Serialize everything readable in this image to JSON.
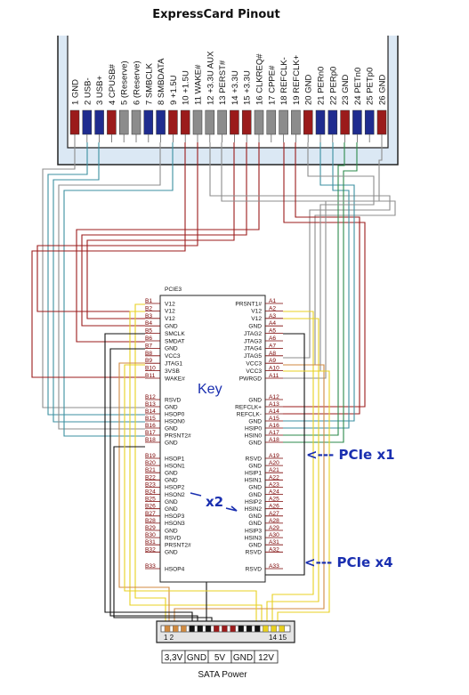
{
  "title": "ExpressCard Pinout",
  "colors": {
    "red": "#9b1b1b",
    "blue": "#1f2c8f",
    "gray": "#8c8c8c",
    "cyan": "#3b8fa0",
    "green": "#2b8a4b",
    "yellow": "#e8d020",
    "orange": "#d08a40",
    "black": "#111111",
    "connector_fill": "#dbe8f4"
  },
  "expresscard_pins": [
    {
      "label": "1 GND",
      "color": "red"
    },
    {
      "label": "2 USB-",
      "color": "blue"
    },
    {
      "label": "3 USB+",
      "color": "blue"
    },
    {
      "label": "4 CPUSB#",
      "color": "red"
    },
    {
      "label": "5 (Reserve)",
      "color": "gray"
    },
    {
      "label": "6 (Reserve)",
      "color": "gray"
    },
    {
      "label": "7 SMBCLK",
      "color": "blue"
    },
    {
      "label": "8 SMBDATA",
      "color": "blue"
    },
    {
      "label": "9 +1.5U",
      "color": "red"
    },
    {
      "label": "10 +1.5U",
      "color": "red"
    },
    {
      "label": "11 WAKE#",
      "color": "gray"
    },
    {
      "label": "12 +3.3U AUX",
      "color": "gray"
    },
    {
      "label": "13 PERST#",
      "color": "gray"
    },
    {
      "label": "14 +3.3U",
      "color": "red"
    },
    {
      "label": "15 +3.3U",
      "color": "red"
    },
    {
      "label": "16 CLKREQ#",
      "color": "gray"
    },
    {
      "label": "17 CPPE#",
      "color": "gray"
    },
    {
      "label": "18 REFCLK-",
      "color": "gray"
    },
    {
      "label": "19 REFCLK+",
      "color": "gray"
    },
    {
      "label": "20 GND",
      "color": "red"
    },
    {
      "label": "21 PERn0",
      "color": "blue"
    },
    {
      "label": "22 PERp0",
      "color": "blue"
    },
    {
      "label": "23 GND",
      "color": "red"
    },
    {
      "label": "24 PETn0",
      "color": "blue"
    },
    {
      "label": "25 PETp0",
      "color": "blue"
    },
    {
      "label": "26 GND",
      "color": "red"
    }
  ],
  "pcie_connector": {
    "name": "PCIE3",
    "key_label": "Key",
    "side_b": [
      {
        "num": "B1",
        "label": "V12"
      },
      {
        "num": "B2",
        "label": "V12"
      },
      {
        "num": "B3",
        "label": "V12"
      },
      {
        "num": "B4",
        "label": "GND"
      },
      {
        "num": "B5",
        "label": "SMCLK"
      },
      {
        "num": "B6",
        "label": "SMDAT"
      },
      {
        "num": "B7",
        "label": "GND"
      },
      {
        "num": "B8",
        "label": "VCC3"
      },
      {
        "num": "B9",
        "label": "JTAG1"
      },
      {
        "num": "B10",
        "label": "3VSB"
      },
      {
        "num": "B11",
        "label": "WAKE#"
      },
      {
        "num": "B12",
        "label": "RSVD"
      },
      {
        "num": "B13",
        "label": "GND"
      },
      {
        "num": "B14",
        "label": "HSOP0"
      },
      {
        "num": "B15",
        "label": "HSON0"
      },
      {
        "num": "B16",
        "label": "GND"
      },
      {
        "num": "B17",
        "label": "PRSNT2#"
      },
      {
        "num": "B18",
        "label": "GND"
      },
      {
        "num": "B19",
        "label": "HSOP1"
      },
      {
        "num": "B20",
        "label": "HSON1"
      },
      {
        "num": "B21",
        "label": "GND"
      },
      {
        "num": "B22",
        "label": "GND"
      },
      {
        "num": "B23",
        "label": "HSOP2"
      },
      {
        "num": "B24",
        "label": "HSON2"
      },
      {
        "num": "B25",
        "label": "GND"
      },
      {
        "num": "B26",
        "label": "GND"
      },
      {
        "num": "B27",
        "label": "HSOP3"
      },
      {
        "num": "B28",
        "label": "HSON3"
      },
      {
        "num": "B29",
        "label": "GND"
      },
      {
        "num": "B30",
        "label": "RSVD"
      },
      {
        "num": "B31",
        "label": "PRSNT2#"
      },
      {
        "num": "B32",
        "label": "GND"
      },
      {
        "num": "B33",
        "label": "HSOP4"
      }
    ],
    "side_a": [
      {
        "num": "A1",
        "label": "PRSNT1#"
      },
      {
        "num": "A2",
        "label": "V12"
      },
      {
        "num": "A3",
        "label": "V12"
      },
      {
        "num": "A4",
        "label": "GND"
      },
      {
        "num": "A5",
        "label": "JTAG2"
      },
      {
        "num": "A6",
        "label": "JTAG3"
      },
      {
        "num": "A7",
        "label": "JTAG4"
      },
      {
        "num": "A8",
        "label": "JTAG5"
      },
      {
        "num": "A9",
        "label": "VCC3"
      },
      {
        "num": "A10",
        "label": "VCC3"
      },
      {
        "num": "A11",
        "label": "PWRGD"
      },
      {
        "num": "A12",
        "label": "GND"
      },
      {
        "num": "A13",
        "label": "REFCLK+"
      },
      {
        "num": "A14",
        "label": "REFCLK-"
      },
      {
        "num": "A15",
        "label": "GND"
      },
      {
        "num": "A16",
        "label": "HSIP0"
      },
      {
        "num": "A17",
        "label": "HSIN0"
      },
      {
        "num": "A18",
        "label": "GND"
      },
      {
        "num": "A19",
        "label": "RSVD"
      },
      {
        "num": "A20",
        "label": "GND"
      },
      {
        "num": "A21",
        "label": "HSIP1"
      },
      {
        "num": "A22",
        "label": "HSIN1"
      },
      {
        "num": "A23",
        "label": "GND"
      },
      {
        "num": "A24",
        "label": "GND"
      },
      {
        "num": "A25",
        "label": "HSIP2"
      },
      {
        "num": "A26",
        "label": "HSIN2"
      },
      {
        "num": "A27",
        "label": "GND"
      },
      {
        "num": "A28",
        "label": "GND"
      },
      {
        "num": "A29",
        "label": "HSIP3"
      },
      {
        "num": "A30",
        "label": "HSIN3"
      },
      {
        "num": "A31",
        "label": "GND"
      },
      {
        "num": "A32",
        "label": "RSVD"
      },
      {
        "num": "A33",
        "label": "RSVD"
      }
    ]
  },
  "annotations": {
    "pcie_x1": "<--- PCIe x1",
    "x2": "x2",
    "pcie_x4": "<--- PCIe x4"
  },
  "sata": {
    "title": "SATA Power",
    "pin_first": "1 2",
    "pin_last": "14 15",
    "segments": [
      {
        "label": "3,3V",
        "color": "orange"
      },
      {
        "label": "GND",
        "color": "black"
      },
      {
        "label": "5V",
        "color": "red"
      },
      {
        "label": "GND",
        "color": "black"
      },
      {
        "label": "12V",
        "color": "yellow"
      }
    ]
  }
}
